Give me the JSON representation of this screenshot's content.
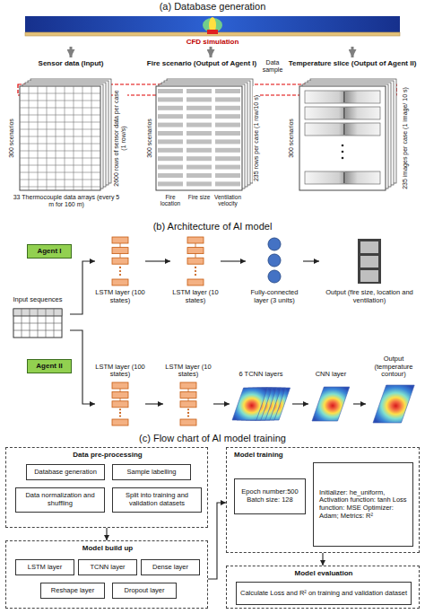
{
  "diagram": {
    "nodes": [
      {
        "text": [
          "CFD simulation"
        ]
      },
      {
        "text": [
          "Sensor data (Input)",
          "300 scenarios",
          "2600 rows of sensor data per case (1 row/s)",
          "33 Thermocouple data arrays (every 5 m for 160 m)"
        ]
      },
      {
        "text": [
          "Fire scenario (Output of Agent I)",
          "300 scenarios",
          "235 rows per case (1 row/10 s)",
          "Fire location",
          "Fire size",
          "Ventilation velocity"
        ]
      },
      {
        "text": [
          "Temperature slice (Output of Agent II)",
          "300 scenarios",
          "235 images per case (1 image/ 10 s)"
        ]
      },
      {
        "text": [
          "Input sequences"
        ]
      },
      {
        "text": [
          "Agent I"
        ]
      },
      {
        "text": [
          "LSTM layer (100 states)"
        ]
      },
      {
        "text": [
          "LSTM layer (10 states)"
        ]
      },
      {
        "text": [
          "Fully-connected layer (3 units)"
        ]
      },
      {
        "text": [
          "Output (fire size, location and ventilation)"
        ]
      },
      {
        "text": [
          "Agent II"
        ]
      },
      {
        "text": [
          "LSTM layer (100 states)"
        ]
      },
      {
        "text": [
          "LSTM layer (10 states)"
        ]
      },
      {
        "text": [
          "6 TCNN layers"
        ]
      },
      {
        "text": [
          "CNN layer"
        ]
      },
      {
        "text": [
          "Output (temperature contour)"
        ]
      },
      {
        "text": [
          "Data pre-processing"
        ]
      },
      {
        "text": [
          "Database generation"
        ],
        "in": 16
      },
      {
        "text": [
          "Sample labelling"
        ],
        "in": 16
      },
      {
        "text": [
          "Data normalization and shuffling"
        ],
        "in": 16
      },
      {
        "text": [
          "Split into training and validation datasets"
        ],
        "in": 16
      },
      {
        "text": [
          "Model build up"
        ]
      },
      {
        "text": [
          "LSTM layer"
        ],
        "in": 21
      },
      {
        "text": [
          "TCNN layer"
        ],
        "in": 21
      },
      {
        "text": [
          "Dense layer"
        ],
        "in": 21
      },
      {
        "text": [
          "Reshape layer"
        ],
        "in": 21
      },
      {
        "text": [
          "Dropout layer"
        ],
        "in": 21
      },
      {
        "text": [
          "Model training"
        ]
      },
      {
        "text": [
          "Epoch number:500 Batch size: 128"
        ],
        "in": 27
      },
      {
        "text": [
          "Initializer: he_uniform, Activation function: tanh Loss function: MSE Optimizer: Adam; Metrics: R²"
        ],
        "in": 27
      },
      {
        "text": [
          "Model evaluation"
        ]
      },
      {
        "text": [
          "Calculate Loss and R² on training and validation dataset"
        ],
        "in": 30
      }
    ],
    "edges": [
      {
        "from": 0,
        "to": 1,
        "arrow": "to"
      },
      {
        "from": 0,
        "to": 2,
        "arrow": "to"
      },
      {
        "from": 0,
        "to": 3,
        "arrow": "to"
      },
      {
        "from": 4,
        "to": 6,
        "arrow": "to"
      },
      {
        "from": 6,
        "to": 7,
        "arrow": "to"
      },
      {
        "from": 7,
        "to": 8,
        "arrow": "to"
      },
      {
        "from": 8,
        "to": 9,
        "arrow": "to"
      },
      {
        "from": 4,
        "to": 11,
        "arrow": "to"
      },
      {
        "from": 11,
        "to": 12,
        "arrow": "to"
      },
      {
        "from": 12,
        "to": 13,
        "arrow": "to"
      },
      {
        "from": 13,
        "to": 14,
        "arrow": "to"
      },
      {
        "from": 14,
        "to": 15,
        "arrow": "to"
      },
      {
        "from": 16,
        "to": 21,
        "arrow": "to"
      },
      {
        "from": 21,
        "to": 27,
        "arrow": "to"
      },
      {
        "from": 27,
        "to": 30,
        "arrow": "to"
      }
    ],
    "labels": [
      "(a) Database generation",
      "Data sample",
      "(b) Architecture of AI model",
      "(c) Flow chart of AI model training"
    ]
  }
}
